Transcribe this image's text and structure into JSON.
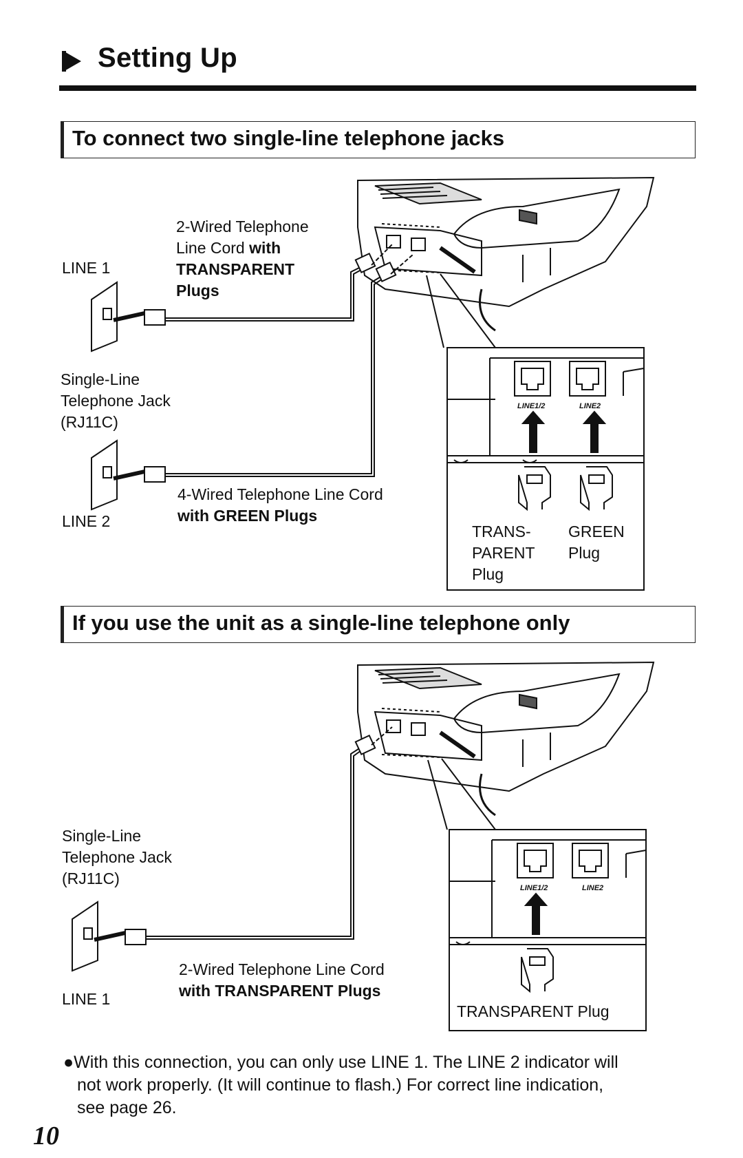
{
  "header": {
    "title": "Setting Up"
  },
  "section1": {
    "title": "To connect two single-line telephone jacks",
    "line1_label": "LINE 1",
    "line2_label": "LINE 2",
    "cord2_line1": "2-Wired Telephone",
    "cord2_line2a": "Line Cord ",
    "cord2_line2b": "with",
    "cord2_line3": "TRANSPARENT",
    "cord2_line4": "Plugs",
    "jack_line1": "Single-Line",
    "jack_line2": "Telephone Jack",
    "jack_line3": "(RJ11C)",
    "cord4_line1": "4-Wired Telephone Line Cord",
    "cord4_line2": "with GREEN Plugs",
    "inset": {
      "port1": "LINE1/2",
      "port2": "LINE2",
      "plug1_line1": "TRANS-",
      "plug1_line2": "PARENT",
      "plug1_line3": "Plug",
      "plug2_line1": "GREEN",
      "plug2_line2": "Plug"
    }
  },
  "section2": {
    "title": "If you use the unit as a single-line telephone only",
    "jack_line1": "Single-Line",
    "jack_line2": "Telephone Jack",
    "jack_line3": "(RJ11C)",
    "line1_label": "LINE 1",
    "cord_line1": "2-Wired Telephone Line Cord",
    "cord_line2": "with TRANSPARENT Plugs",
    "inset": {
      "port1": "LINE1/2",
      "port2": "LINE2",
      "plug_label": "TRANSPARENT Plug"
    }
  },
  "note": {
    "line1": "●With this connection, you can only use LINE 1. The LINE 2 indicator will",
    "line2": "not work properly. (It will continue to flash.) For correct line indication,",
    "line3": "see page 26."
  },
  "page_number": "10"
}
